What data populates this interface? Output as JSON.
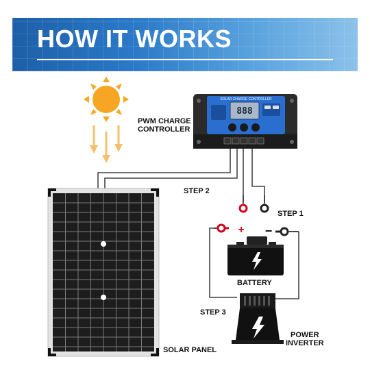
{
  "banner": {
    "title": "HOW IT WORKS"
  },
  "controller": {
    "panel_text": "SOLAR CHARGE CONTROLLER",
    "display_text": "888",
    "label_line1": "PWM CHARGE",
    "label_line2": "CONTROLLER"
  },
  "steps": {
    "step1": "STEP 1",
    "step2": "STEP 2",
    "step3": "STEP 3"
  },
  "battery": {
    "label": "BATTERY",
    "plus": "+",
    "minus": "−"
  },
  "inverter": {
    "label_line1": "POWER",
    "label_line2": "INVERTER"
  },
  "solar_panel": {
    "label": "SOLAR PANEL"
  },
  "colors": {
    "banner": "#2a79c8",
    "controller": "#2a6fd0",
    "sun": "#f6a623",
    "positive": "#d0021b"
  }
}
